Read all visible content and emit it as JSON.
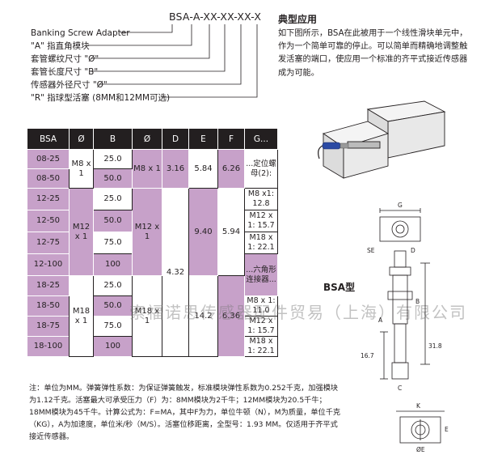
{
  "ordering_code": {
    "code": "BSA-A-XX-XX-XX-X",
    "legend": [
      "Banking Screw Adapter",
      "\"A\" 指直角模块",
      "套管螺纹尺寸 \"Ø\"",
      "套管长度尺寸 \"B\"",
      "传感器外径尺寸 \"Ø\"",
      "\"R\" 指球型活塞 (8MM和12MM可选)"
    ]
  },
  "application": {
    "title": "典型应用",
    "text": "如下图所示，BSA在此被用于一个线性滑块单元中，作为一个简单可靠的停止。可以简单而精确地调整触发活塞的端口，使应用一个标准的齐平式接近传感器成为可能。"
  },
  "table": {
    "headers": [
      "BSA",
      "Ø",
      "B",
      "Ø",
      "D",
      "E",
      "F",
      "G..."
    ],
    "rows": [
      "08-25",
      "08-50",
      "12-25",
      "12-50",
      "12-75",
      "12-100",
      "18-25",
      "18-50",
      "18-75",
      "18-100"
    ],
    "col_o1": [
      "M8 x 1",
      "M12 x 1",
      "M18 x 1"
    ],
    "col_b": [
      "25.0",
      "50.0",
      "25.0",
      "50.0",
      "75.0",
      "100",
      "25.0",
      "50.0",
      "75.0",
      "100"
    ],
    "col_o2": [
      "M8 x 1",
      "M12 x 1",
      "M18 x 1"
    ],
    "col_d": [
      "3.16",
      "4.32"
    ],
    "col_e": [
      "5.84",
      "9.40",
      "14.2"
    ],
    "col_f": [
      "6.26",
      "5.94",
      "6.36"
    ],
    "col_g": [
      "...定位螺母(2):",
      "M8 x1: 12.8",
      "M12 x 1: 15.7",
      "M18 x 1: 22.1",
      "...六角形连接器...",
      "M8 x 1: 11.0",
      "M12 x 1: 15.7",
      "M18 x 1: 22.1"
    ]
  },
  "note": "注：单位为MM。弹簧弹性系数：为保证弹簧触发，标准模块弹性系数为0.252千克，加强模块为1.12千克。活塞最大可承受压力（F）为：8MM模块为2千牛；12MM模块为20.5千牛；18MM模块为45千牛。计算公式为：F=MA，其中F为力，单位牛顿（N），M为质量，单位千克（KG），A为加速度，单位米/秒（M/S）。活塞位移距离，全型号：1.93 MM。仅适用于齐平式接近传感器。",
  "watermark": "索福诺思传感器配件贸易（上海）有限公司",
  "drawing": {
    "label": "BSA型",
    "dims": [
      "G",
      "SE",
      "D",
      "B",
      "A",
      "31.8",
      "16.7",
      "C",
      "K",
      "E",
      "ØE"
    ]
  }
}
